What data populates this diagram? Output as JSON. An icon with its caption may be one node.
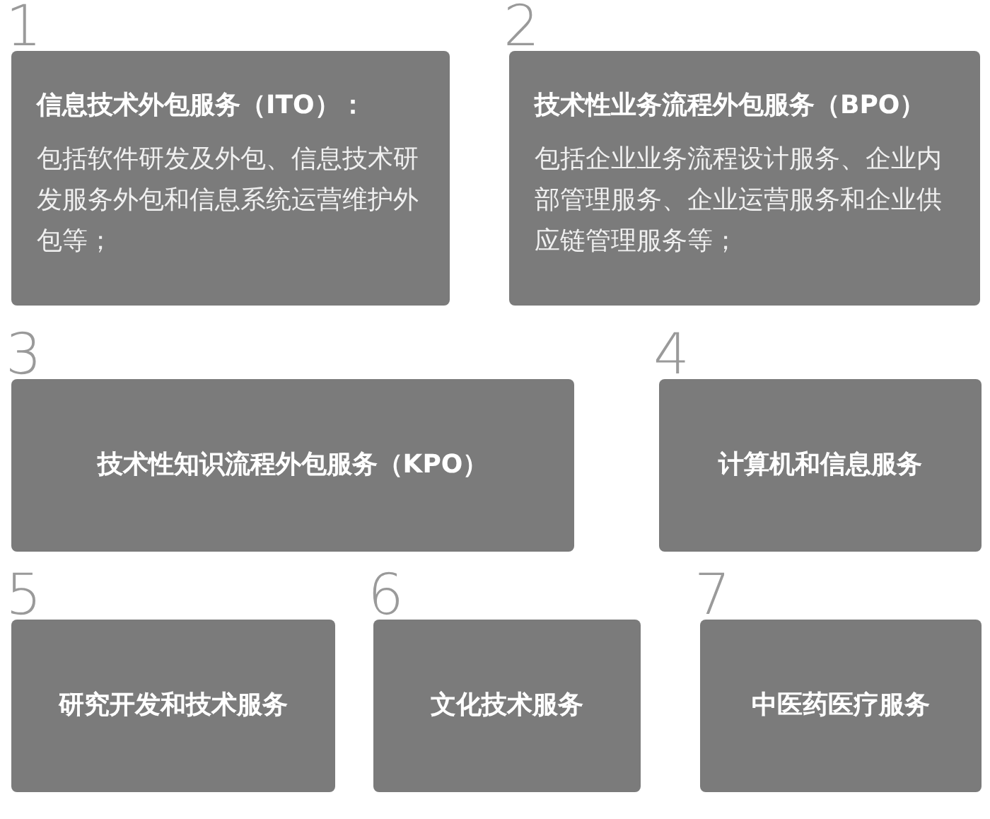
{
  "diagram": {
    "nodes": [
      {
        "text": [
          "信息技术外包服务（ITO）：",
          "包括软件研发及外包、信息技术研发服务外包和信息系统运营维护外包等；"
        ],
        "beside": [
          "1"
        ]
      },
      {
        "text": [
          "技术性业务流程外包服务（BPO）",
          "包括企业业务流程设计服务、企业内部管理服务、企业运营服务和企业供应链管理服务等；"
        ],
        "beside": [
          "2"
        ]
      },
      {
        "text": [
          "技术性知识流程外包服务（KPO）"
        ],
        "beside": [
          "3"
        ]
      },
      {
        "text": [
          "计算机和信息服务"
        ],
        "beside": [
          "4"
        ]
      },
      {
        "text": [
          "研究开发和技术服务"
        ],
        "beside": [
          "5"
        ]
      },
      {
        "text": [
          "文化技术服务"
        ],
        "beside": [
          "6"
        ]
      },
      {
        "text": [
          "中医药医疗服务"
        ],
        "beside": [
          "7"
        ]
      }
    ]
  }
}
